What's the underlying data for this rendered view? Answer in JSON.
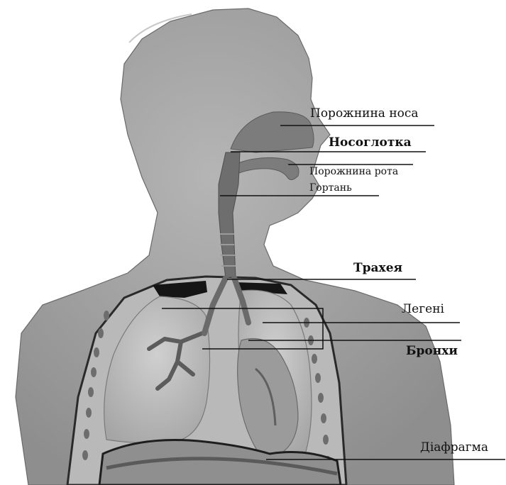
{
  "diagram": {
    "labels": {
      "nasal_cavity": "Порожнина носа",
      "nasopharynx": "Носоглотка",
      "oral_cavity": "Порожнина рота",
      "larynx": "Гортань",
      "trachea": "Трахея",
      "lungs": "Легені",
      "bronchi": "Бронхи",
      "diaphragm": "Діафрагма"
    },
    "colors": {
      "body": "#a9a9a9",
      "body_dark": "#8c8c8c",
      "airway": "#767676",
      "lung": "#bdbdbd",
      "heart": "#9a9a9a",
      "dark_region": "#1a1a1a",
      "background": "#ffffff"
    }
  }
}
